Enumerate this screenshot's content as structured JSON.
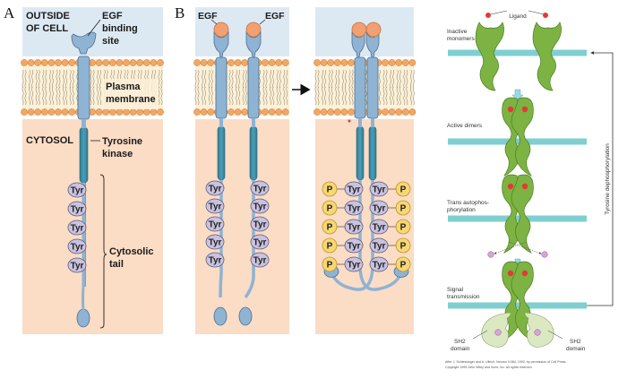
{
  "panels": {
    "A": {
      "letter": "A",
      "outside_label": [
        "OUTSIDE",
        "OF CELL"
      ],
      "binding_label": [
        "EGF",
        "binding",
        "site"
      ],
      "membrane_label": [
        "Plasma",
        "membrane"
      ],
      "cytosol_label": "CYTOSOL",
      "kinase_label": [
        "Tyrosine",
        "kinase"
      ],
      "tail_label": [
        "Cytosolic",
        "tail"
      ],
      "residue_label": "Tyr",
      "residue_count": 5
    },
    "B": {
      "letter": "B",
      "ligand_labels": [
        "EGF",
        "EGF"
      ],
      "residue_label": "Tyr",
      "phosphate_label": "P",
      "residue_count": 5
    },
    "C": {
      "ligand_label": "Ligand",
      "stages": [
        {
          "label": [
            "Inactive",
            "monomers"
          ]
        },
        {
          "label": [
            "Active dimers"
          ]
        },
        {
          "label": [
            "Trans autophos-",
            "phorylation"
          ]
        },
        {
          "label": [
            "Signal",
            "transmission"
          ]
        }
      ],
      "sh2_label": [
        "SH2",
        "domain"
      ],
      "feedback_label": "Tyrosine dephosphorylation",
      "credit": [
        "After J. Schlessinger and A. Ullrich, Neuron 9:384, 1992, by permission of Cell Press.",
        "Copyright 1999 John Wiley and Sons, Inc. All rights reserved."
      ]
    }
  },
  "colors": {
    "outside": "#dce9f2",
    "cytosol": "#fbdcc5",
    "membrane_core": "#fbf0d8",
    "lipid_head": "#f2a765",
    "receptor": "#8fb3d3",
    "receptor_stroke": "#4c6f8f",
    "kinase": "#3f8ea6",
    "egf": "#f0a072",
    "tyr_fill": "#c9c3e0",
    "phosphate": "#f7d774",
    "green_receptor": "#7cb342",
    "green_dark": "#4e7d22",
    "ligand_red": "#e53935",
    "membrane_bar": "#7fcfd0",
    "down_arrow": "#9ad8e8",
    "sh2": "#dbe8c2",
    "p_pink": "#d7a6d6"
  }
}
